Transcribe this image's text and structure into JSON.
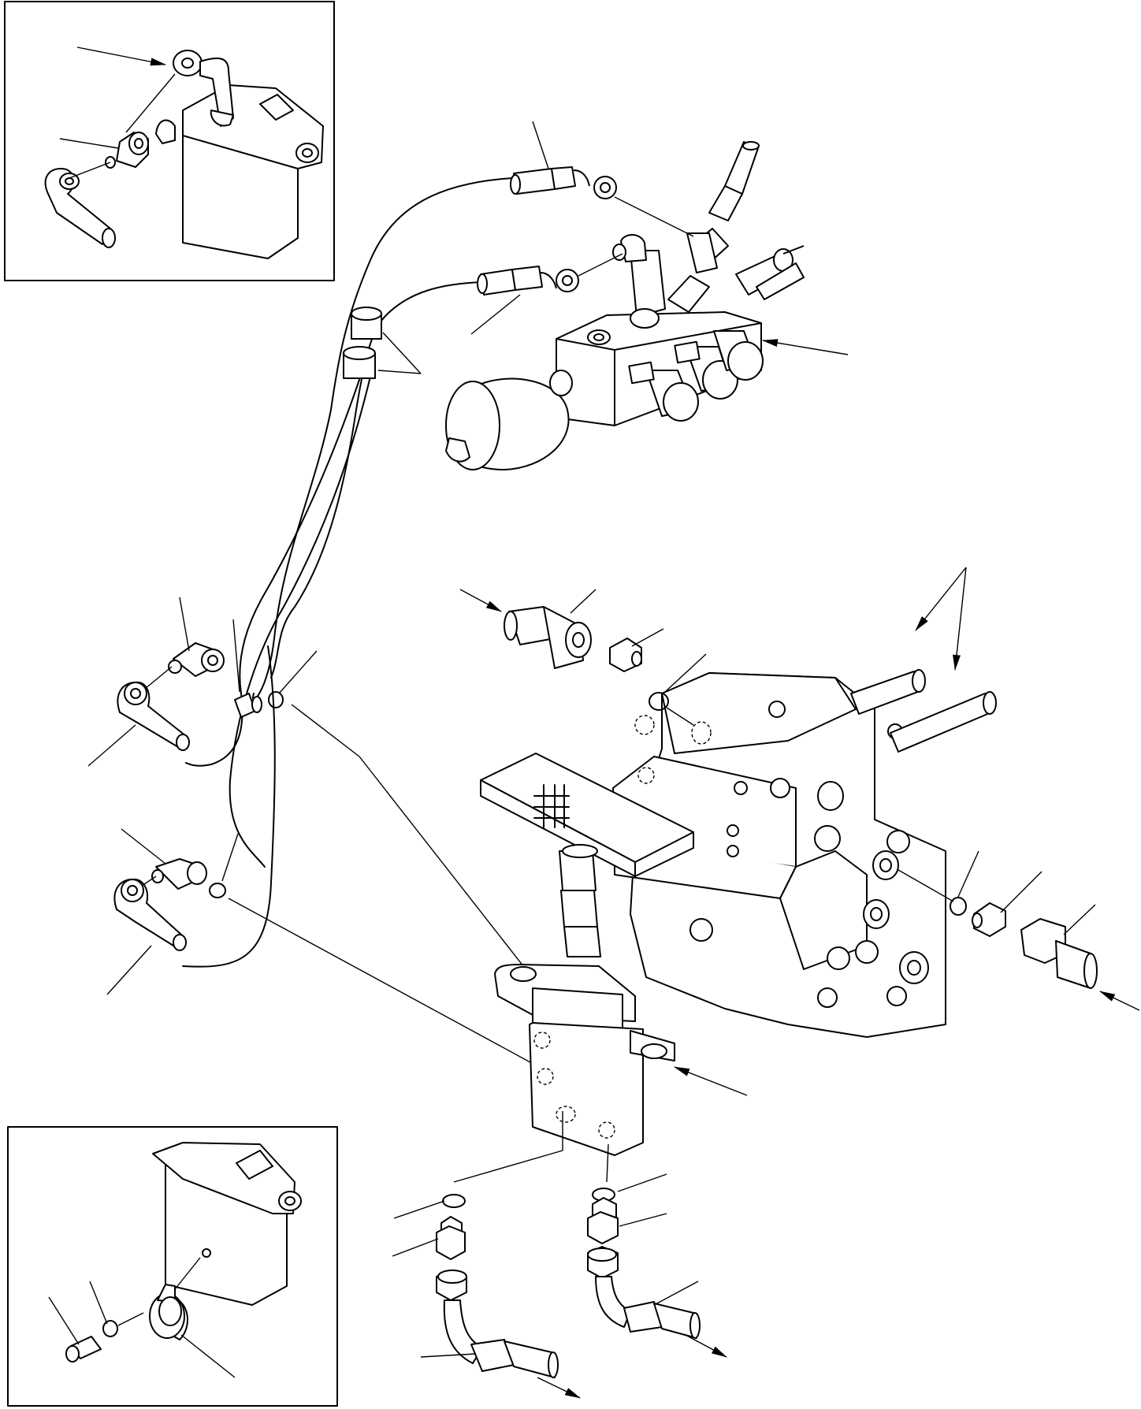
{
  "diagram": {
    "type": "exploded-parts-view",
    "inset_panels": [
      "top-left",
      "bottom-left"
    ],
    "callout_style": "leader-lines without labels",
    "flow_arrow_icons": [
      "arrow-right-icon",
      "arrow-down-icon"
    ]
  }
}
